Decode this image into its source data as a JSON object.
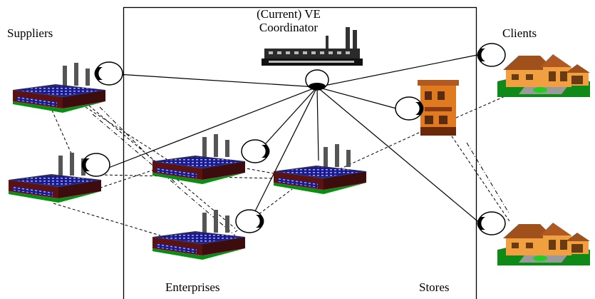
{
  "labels": {
    "suppliers": "Suppliers",
    "coordinator_line1": "(Current) VE",
    "coordinator_line2": "Coordinator",
    "clients": "Clients",
    "enterprises": "Enterprises",
    "stores": "Stores"
  },
  "nodes": {
    "coordinator": {
      "icon": "coordinator-factory-icon"
    },
    "suppliers": [
      {
        "icon": "supplier-factory-icon"
      },
      {
        "icon": "supplier-factory-icon"
      }
    ],
    "enterprises": [
      {
        "icon": "enterprise-factory-icon"
      },
      {
        "icon": "enterprise-factory-icon"
      },
      {
        "icon": "enterprise-factory-icon"
      }
    ],
    "store": {
      "icon": "store-building-icon"
    },
    "clients": [
      {
        "icon": "client-house-icon"
      },
      {
        "icon": "client-house-icon"
      }
    ]
  },
  "colors": {
    "factory_roof": "#1a1a8c",
    "factory_body": "#5a1212",
    "grass": "#0f8a18",
    "house_wall": "#f0a040",
    "store_wall": "#e07a20",
    "line": "#000000"
  }
}
